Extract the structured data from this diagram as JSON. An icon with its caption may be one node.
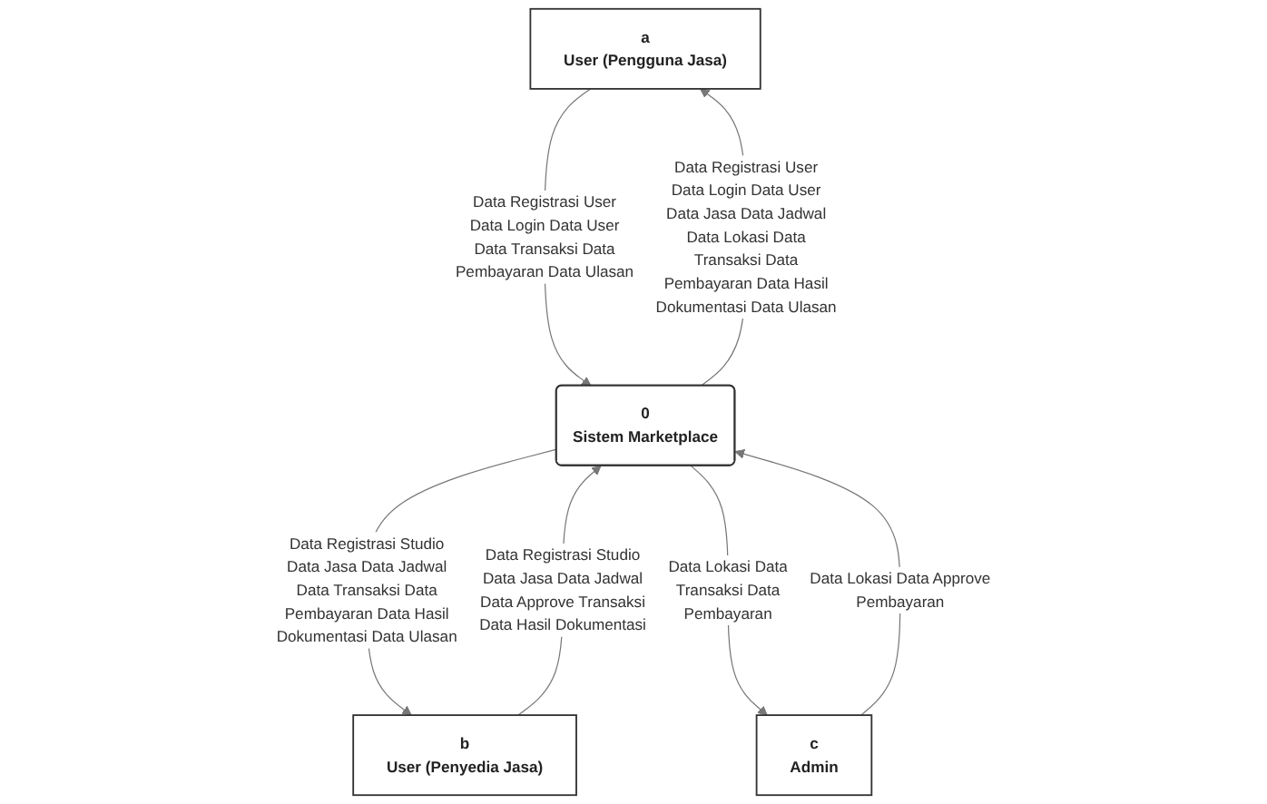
{
  "diagram": {
    "nodes": [
      {
        "text": [
          "a",
          "User (Pengguna Jasa)"
        ]
      },
      {
        "text": [
          "b",
          "User (Penyedia Jasa)"
        ]
      },
      {
        "text": [
          "0",
          "Sistem Marketplace"
        ]
      },
      {
        "text": [
          "c",
          "Admin"
        ]
      }
    ],
    "edges": [
      {
        "from": 0,
        "to": 2,
        "arrow": "to",
        "label": "Data Registrasi User Data Login Data User Data Transaksi Data Pembayaran Data Ulasan"
      },
      {
        "from": 2,
        "to": 0,
        "arrow": "to",
        "label": "Data Registrasi User Data Login Data User Data Jasa Data Jadwal Data Lokasi Data Transaksi Data Pembayaran Data Hasil Dokumentasi Data Ulasan"
      },
      {
        "from": 1,
        "to": 2,
        "arrow": "to",
        "label": "Data Registrasi Studio Data Jasa Data Jadwal Data Approve Transaksi Data Hasil Dokumentasi"
      },
      {
        "from": 2,
        "to": 1,
        "arrow": "to",
        "label": "Data Registrasi Studio Data Jasa Data Jadwal Data Transaksi Data Pembayaran Data Hasil Dokumentasi Data Ulasan"
      },
      {
        "from": 3,
        "to": 2,
        "arrow": "to",
        "label": "Data Lokasi Data Approve Pembayaran"
      },
      {
        "from": 2,
        "to": 3,
        "arrow": "to",
        "label": "Data Lokasi Data Transaksi Data Pembayaran"
      }
    ]
  }
}
